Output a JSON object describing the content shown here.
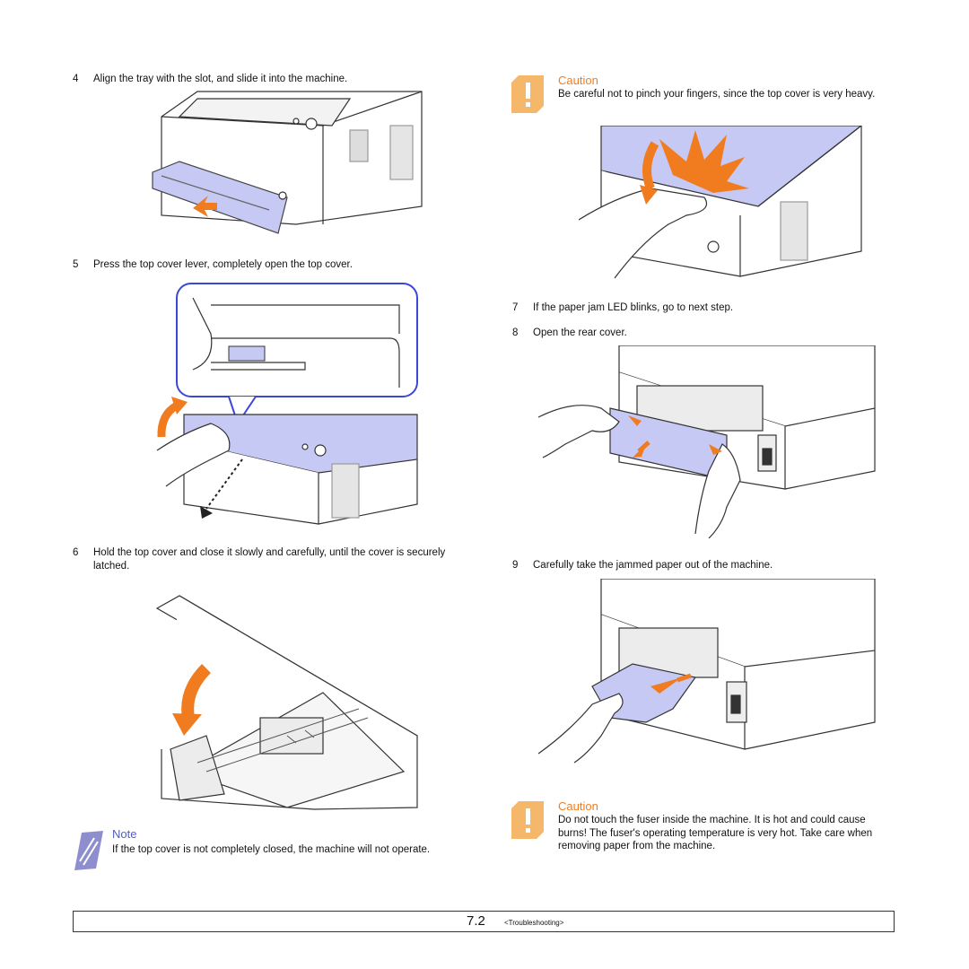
{
  "steps": [
    {
      "num": "4",
      "text": "Align the tray with the slot, and slide it into the machine."
    },
    {
      "num": "5",
      "text": "Press the top cover lever, completely open the top cover."
    },
    {
      "num": "6",
      "text": "Hold the top cover and close it slowly and carefully, until the cover is securely latched."
    },
    {
      "num": "7",
      "text": "If the paper jam LED blinks, go to next step."
    },
    {
      "num": "8",
      "text": "Open the rear cover."
    },
    {
      "num": "9",
      "text": "Carefully take the jammed paper out of the machine."
    }
  ],
  "caution1": {
    "title": "Caution",
    "text": "Be careful not to pinch your fingers, since the top cover is very heavy."
  },
  "caution2": {
    "title": "Caution",
    "text": "Do not touch the fuser inside the machine. It is hot and could cause burns! The fuser's operating temperature is very hot. Take care when removing paper from the machine."
  },
  "note": {
    "title": "Note",
    "text": "If the top cover is not completely closed, the machine will not operate."
  },
  "footer": {
    "page": "7.2",
    "section": "<Troubleshooting>"
  },
  "colors": {
    "accent_orange": "#f07c1f",
    "caution_badge": "#f5b76a",
    "note_blue": "#4e5ec9",
    "cover_lavender": "#c7c9f5",
    "callout_border": "#3b47d6"
  }
}
